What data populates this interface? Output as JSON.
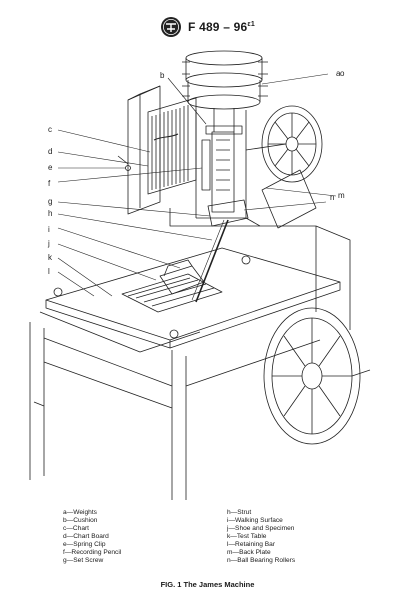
{
  "header": {
    "designation": "F 489 – 96",
    "superscript": "ε1",
    "logo": "astm-logo-icon"
  },
  "callouts": [
    "a",
    "b",
    "c",
    "d",
    "e",
    "f",
    "g",
    "h",
    "i",
    "j",
    "k",
    "l",
    "m",
    "n",
    "o"
  ],
  "legend": {
    "left": [
      "a—Weights",
      "b—Cushion",
      "c—Chart",
      "d—Chart Board",
      "e—Spring Clip",
      "f—Recording Pencil",
      "g—Set Screw"
    ],
    "right": [
      "h—Strut",
      "i—Walking Surface",
      "j—Shoe and Specimen",
      "k—Test Table",
      "l—Retaining Bar",
      "m—Back Plate",
      "n—Ball Bearing Rollers"
    ]
  },
  "caption": "FIG. 1 The James Machine"
}
